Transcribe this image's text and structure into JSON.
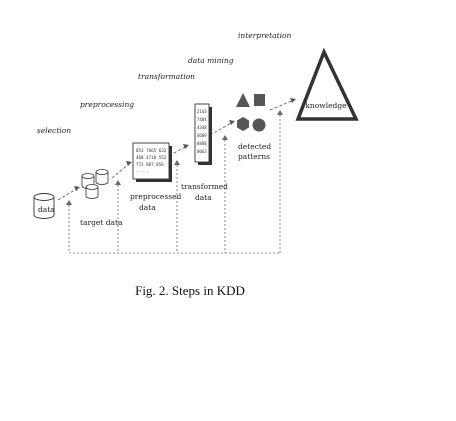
{
  "figure": {
    "caption": "Fig. 2. Steps in KDD",
    "steps": {
      "selection": "selection",
      "preprocessing": "preprocessing",
      "transformation": "transformation",
      "data_mining": "data mining",
      "interpretation": "interpretation"
    },
    "stages": {
      "data": "data",
      "target_data": "target data",
      "preprocessed_1": "preprocessed",
      "preprocessed_2": "data",
      "transformed_1": "transformed",
      "transformed_2": "data",
      "patterns_1": "detected",
      "patterns_2": "patterns",
      "knowledge": "knowledge"
    },
    "table_rows": [
      "853 7665 632",
      "468 4718 552",
      "773 887 856",
      "- - -"
    ],
    "transformed_rows": [
      "2143",
      "7404",
      "4348",
      "6609",
      "8888",
      "0063"
    ]
  }
}
